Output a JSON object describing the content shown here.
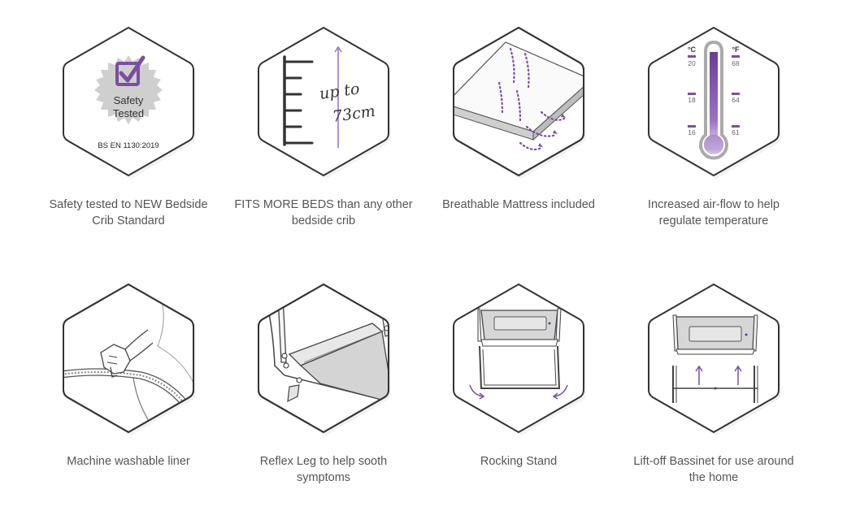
{
  "colors": {
    "accent_purple": "#7b4fa0",
    "hex_border": "#333333",
    "caption_text": "#555555",
    "badge_grey": "#cfcfcf"
  },
  "features": [
    {
      "icon": "safety-tested-badge-icon",
      "caption_line1": "Safety tested to NEW Bedside",
      "caption_line2": "Crib Standard",
      "badge_line1": "Safety",
      "badge_line2": "Tested",
      "standard": "BS EN 1130:2019"
    },
    {
      "icon": "height-scale-icon",
      "caption_line1": "FITS MORE BEDS than any other",
      "caption_line2": "bedside crib",
      "handwritten_line1": "up to",
      "handwritten_line2": "73cm"
    },
    {
      "icon": "breathable-mattress-icon",
      "caption_line1": "Breathable Mattress included",
      "caption_line2": ""
    },
    {
      "icon": "thermometer-icon",
      "caption_line1": "Increased air-flow to help",
      "caption_line2": "regulate temperature",
      "unit_c": "°C",
      "unit_f": "°F",
      "scale_c": [
        "20",
        "18",
        "16"
      ],
      "scale_f": [
        "68",
        "64",
        "61"
      ]
    },
    {
      "icon": "washable-liner-zip-icon",
      "caption_line1": "Machine washable liner",
      "caption_line2": ""
    },
    {
      "icon": "reflex-leg-icon",
      "caption_line1": "Reflex Leg to help sooth",
      "caption_line2": "symptoms"
    },
    {
      "icon": "rocking-stand-icon",
      "caption_line1": "Rocking Stand",
      "caption_line2": ""
    },
    {
      "icon": "lift-off-bassinet-icon",
      "caption_line1": "Lift-off Bassinet for use around",
      "caption_line2": "the home"
    }
  ]
}
